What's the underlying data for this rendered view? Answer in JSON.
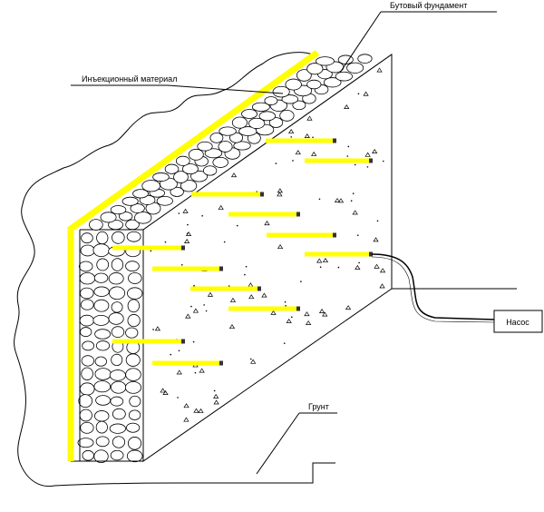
{
  "labels": {
    "rubble_foundation": "Бутовый фундамент",
    "injection_material": "Инъекционный материал",
    "pump": "Насос",
    "soil": "Грунт"
  },
  "colors": {
    "injection": "#ffff00",
    "line": "#000000",
    "background": "#ffffff"
  },
  "injector_count": 12
}
